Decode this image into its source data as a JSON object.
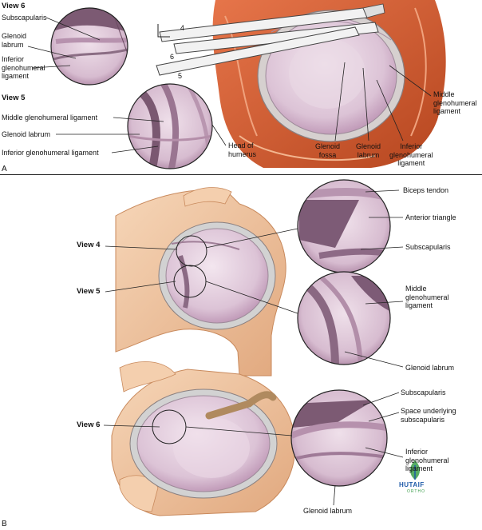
{
  "panel_a": {
    "letter": "A",
    "view6_title": "View 6",
    "view6_subscapularis": "Subscapularis",
    "view6_glenoid_labrum": "Glenoid\nlabrum",
    "view6_inferior_ligament": "Inferior\nglenohumeral\nligament",
    "view5_title": "View 5",
    "view5_middle_ligament": "Middle glenohumeral ligament",
    "view5_glenoid_labrum": "Glenoid labrum",
    "view5_inferior_ligament": "Inferior glenohumeral ligament",
    "head_of_humerus": "Head of\nhumerus",
    "glenoid_fossa": "Glenoid\nfossa",
    "glenoid_labrum": "Glenoid\nlabrum",
    "inferior_ligament": "Inferior\nglenohumeral\nligament",
    "middle_ligament": "Middle\nglenohumeral\nligament",
    "portal_4": "4",
    "portal_5": "5",
    "portal_6": "6"
  },
  "panel_b": {
    "letter": "B",
    "view4": "View 4",
    "view5": "View 5",
    "view6": "View 6",
    "biceps_tendon": "Biceps tendon",
    "anterior_triangle": "Anterior triangle",
    "subscapularis_top": "Subscapularis",
    "middle_ligament": "Middle\nglenohumeral\nligament",
    "glenoid_labrum_mid": "Glenoid labrum",
    "subscapularis_bottom": "Subscapularis",
    "space_underlying": "Space underlying\nsubscapularis",
    "inferior_ligament": "Inferior\nglenohumeral\nligament",
    "glenoid_labrum_bottom": "Glenoid labrum"
  },
  "watermark": {
    "name": "HUTAIF",
    "sub": "ORTHO"
  },
  "colors": {
    "bone": "#f2c9a4",
    "bone_shade": "#e0a77c",
    "muscle": "#d9663a",
    "muscle_dark": "#b84a26",
    "cartilage": "#e9d6e4",
    "cartilage_shade": "#c8a9c3",
    "labrum": "#d8d8d8",
    "instrument": "#eeeeee",
    "scope_dark": "#6b4a66"
  }
}
